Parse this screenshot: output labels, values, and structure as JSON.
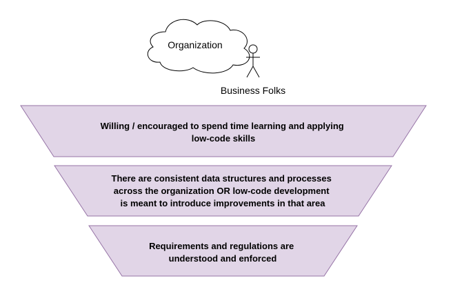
{
  "cloud": {
    "label": "Organization"
  },
  "actor": {
    "label": "Business Folks"
  },
  "tiers": [
    {
      "lines": [
        "Willing / encouraged to spend time learning and applying",
        "low-code skills"
      ]
    },
    {
      "lines": [
        "There are consistent data structures and processes",
        "across the organization OR low-code development",
        "is meant to introduce improvements in that area"
      ]
    },
    {
      "lines": [
        "Requirements and regulations are",
        "understood and enforced"
      ]
    }
  ],
  "colors": {
    "tier_fill": "#e1d5e7",
    "tier_stroke": "#9673a6",
    "cloud_fill": "#ffffff",
    "cloud_stroke": "#000000"
  }
}
